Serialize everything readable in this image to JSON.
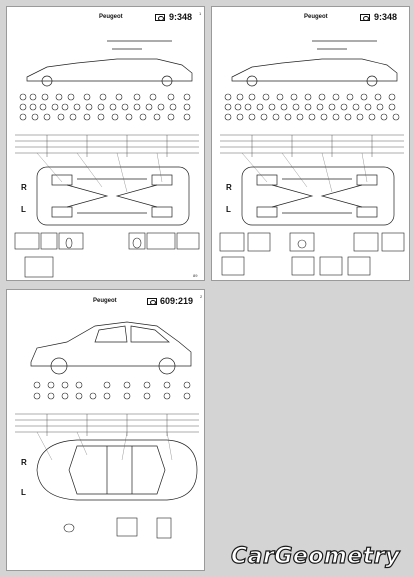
{
  "sheets": [
    {
      "brand": "Peugeot",
      "code": "9:348",
      "page": "1",
      "side_right": "R",
      "side_left": "L",
      "footer": "89"
    },
    {
      "brand": "Peugeot",
      "code": "9:348",
      "page": "",
      "side_right": "R",
      "side_left": "L",
      "footer": ""
    },
    {
      "brand": "Peugeot",
      "code": "609:219",
      "page": "2",
      "side_right": "R",
      "side_left": "L",
      "footer": ""
    }
  ],
  "watermark": "CarGeometry"
}
